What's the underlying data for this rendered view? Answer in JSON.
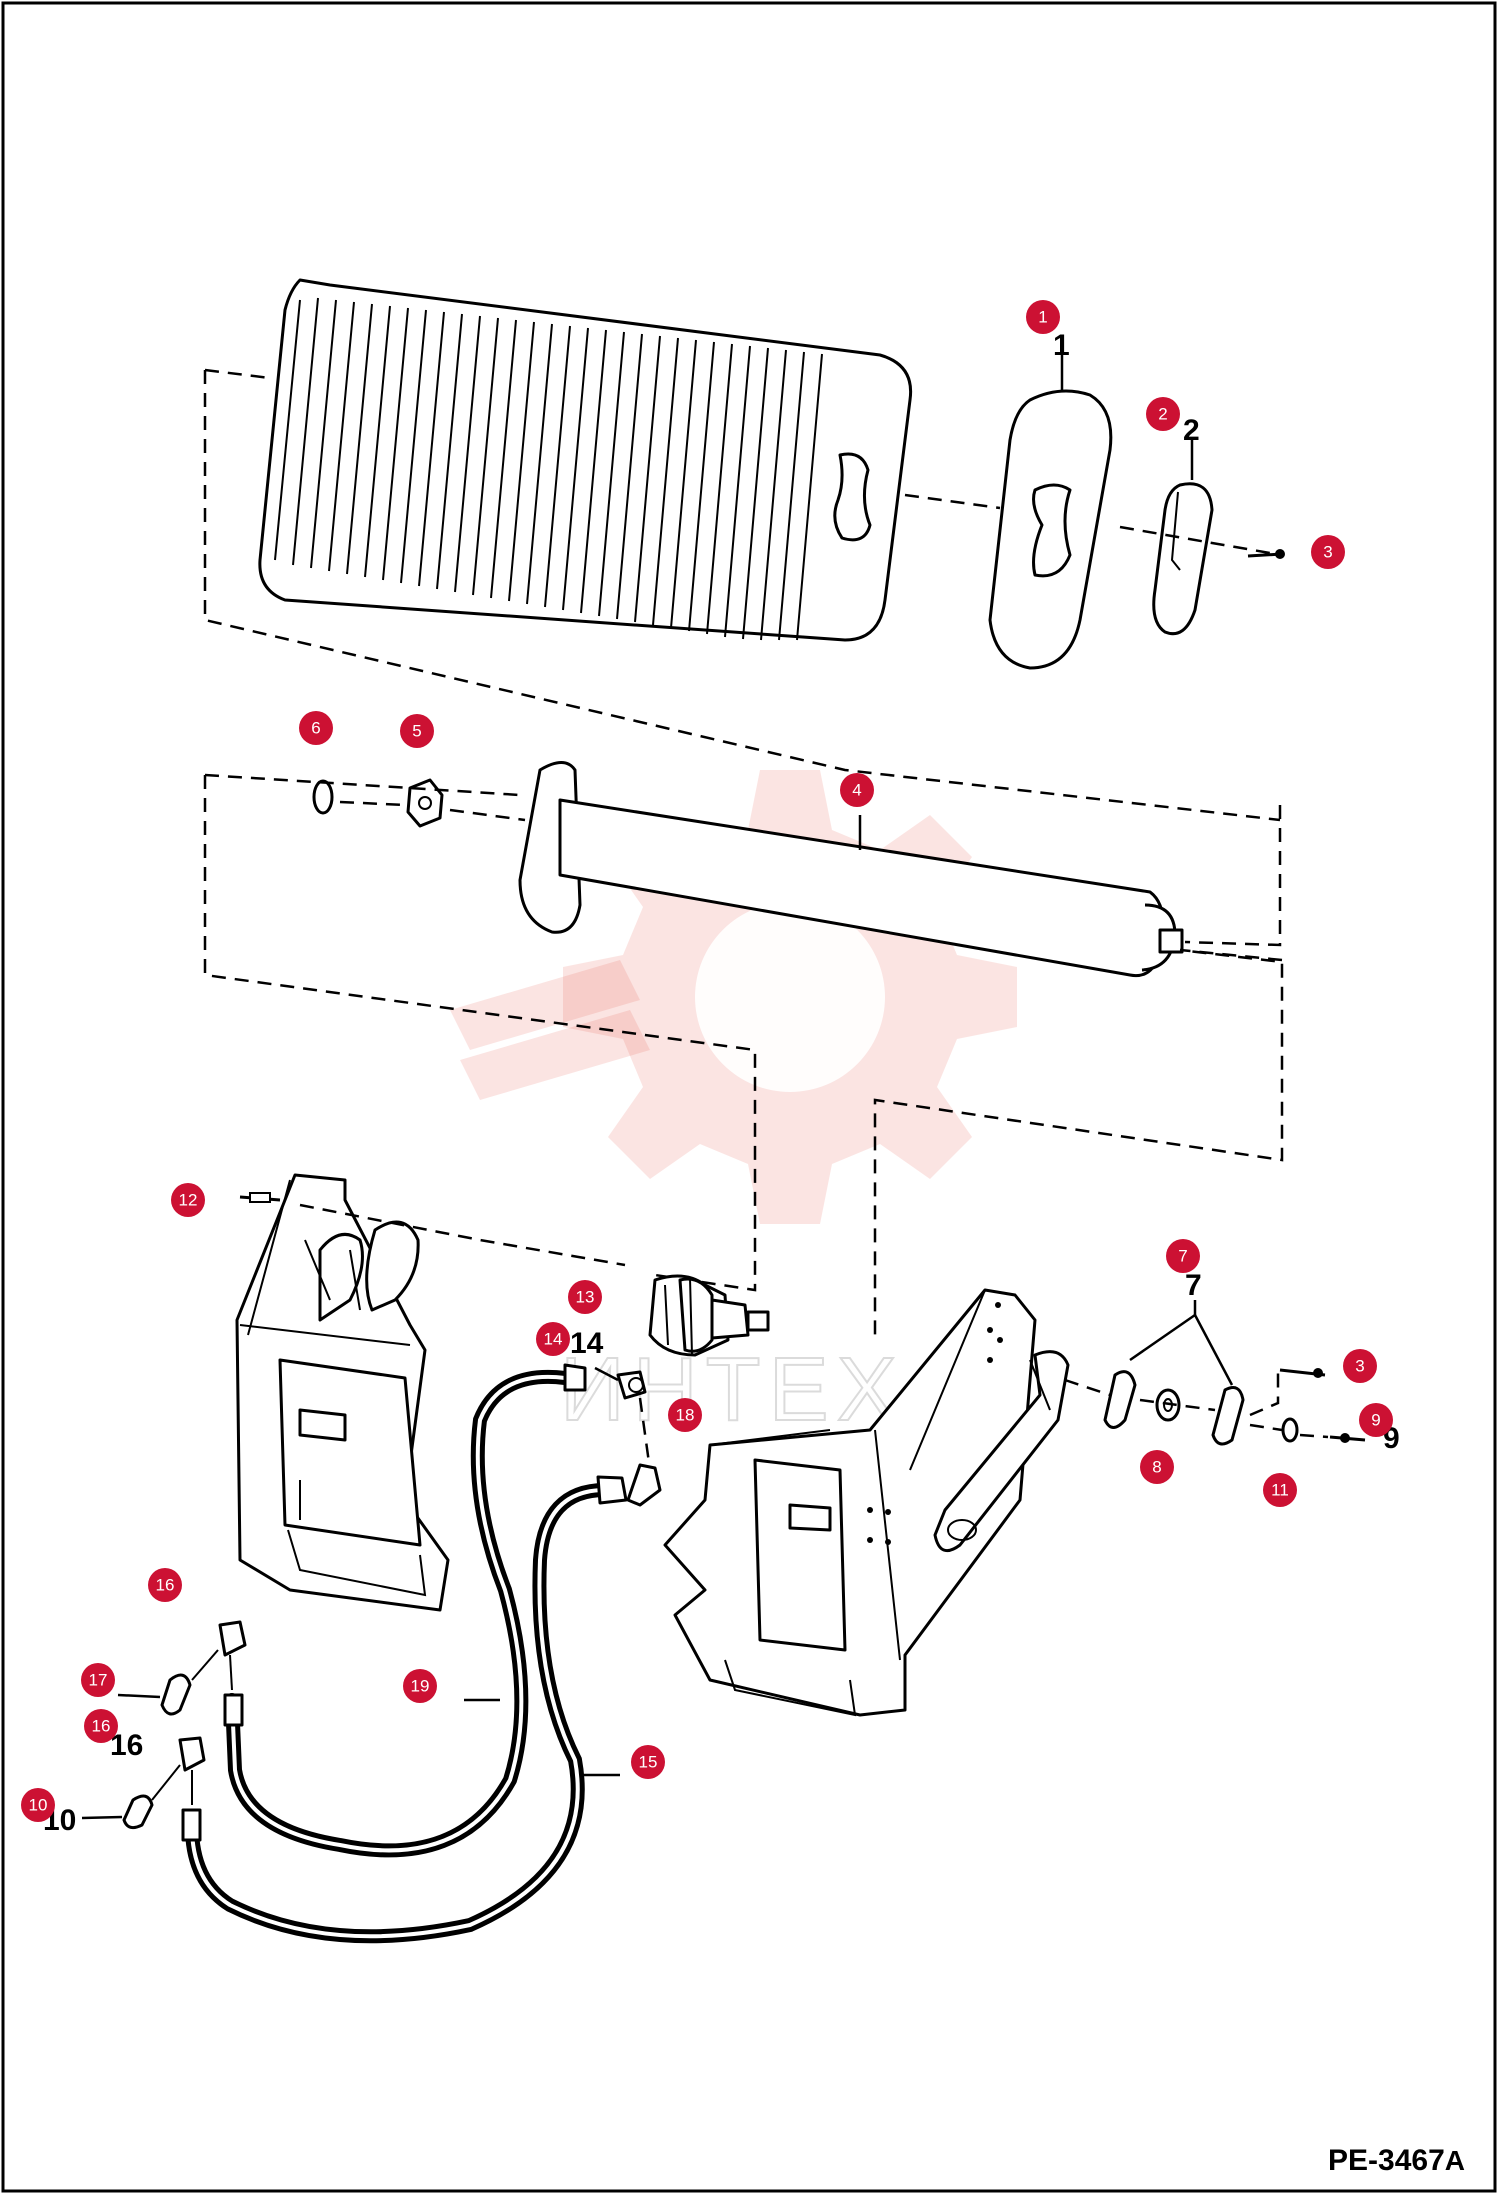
{
  "diagram": {
    "reference_code": "PE-3467",
    "reference_suffix": "A",
    "watermark_text": "ИНТЕХ",
    "accent_color": "#cc1133",
    "callouts": [
      {
        "label": "1",
        "number": "1"
      },
      {
        "label": "2",
        "number": "2"
      },
      {
        "label": "3",
        "number": "3"
      },
      {
        "label": "4",
        "number": "4"
      },
      {
        "label": "5",
        "number": "5"
      },
      {
        "label": "6",
        "number": "6"
      },
      {
        "label": "7",
        "number": "7"
      },
      {
        "label": "3",
        "number": "3"
      },
      {
        "label": "8",
        "number": "8"
      },
      {
        "label": "9",
        "number": "9"
      },
      {
        "label": "11",
        "number": "11"
      },
      {
        "label": "12",
        "number": "12"
      },
      {
        "label": "13",
        "number": "13"
      },
      {
        "label": "14",
        "number": "14"
      },
      {
        "label": "18",
        "number": "18"
      },
      {
        "label": "16",
        "number": "16"
      },
      {
        "label": "17",
        "number": "17"
      },
      {
        "label": "16",
        "number": "16"
      },
      {
        "label": "10",
        "number": "10"
      },
      {
        "label": "19",
        "number": "19"
      },
      {
        "label": "15",
        "number": "15"
      }
    ]
  }
}
